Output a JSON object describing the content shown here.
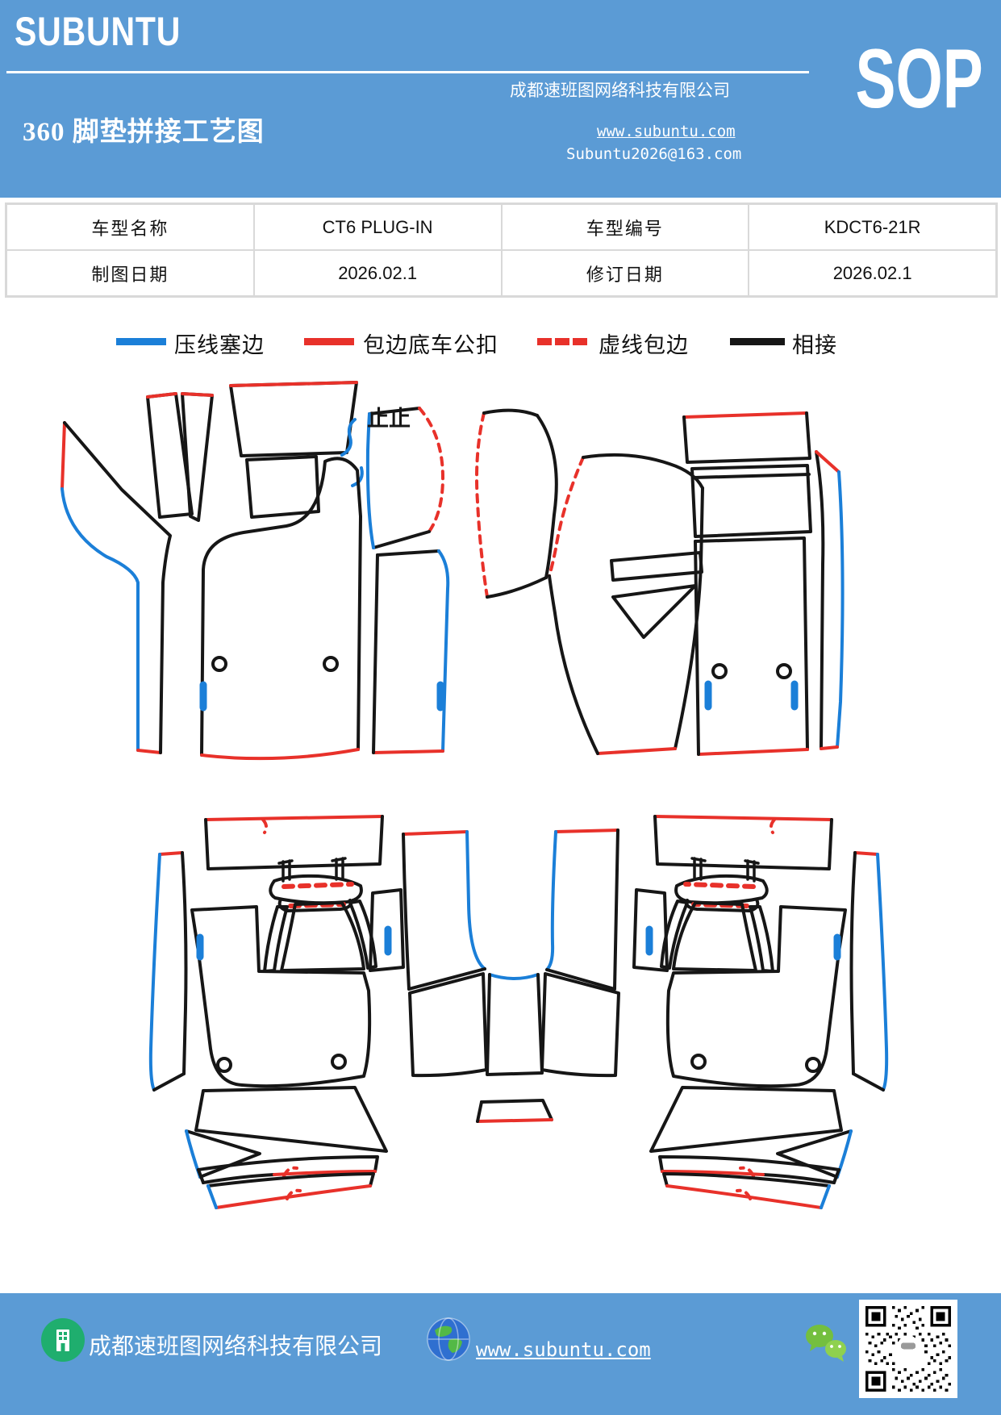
{
  "header": {
    "brand": "SUBUNTU",
    "company": "成都速班图网络科技有限公司",
    "doc_type": "SOP",
    "title": "360 脚垫拼接工艺图",
    "website": "www.subuntu.com",
    "email": "Subuntu2026@163.com",
    "bg_color": "#5b9bd5"
  },
  "info_table": {
    "rows": [
      [
        "车型名称",
        "CT6 PLUG-IN",
        "车型编号",
        "KDCT6-21R"
      ],
      [
        "制图日期",
        "2026.02.1",
        "修订日期",
        "2026.02.1"
      ]
    ]
  },
  "legend": {
    "items": [
      {
        "label": "压线塞边",
        "color": "#1b7fd8",
        "style": "solid"
      },
      {
        "label": "包边底车公扣",
        "color": "#e8312a",
        "style": "solid"
      },
      {
        "label": "虚线包边",
        "color": "#e8312a",
        "style": "dashed"
      },
      {
        "label": "相接",
        "color": "#161616",
        "style": "solid"
      }
    ]
  },
  "diagram": {
    "annotation": "止止",
    "edge_colors": {
      "press_edge_blue": "#1b7fd8",
      "binding_red": "#e8312a",
      "dashed_binding_red": "#e8312a",
      "joint_black": "#161616"
    }
  },
  "footer": {
    "company": "成都速班图网络科技有限公司",
    "website": "www.subuntu.com",
    "bg_color": "#5b9bd5",
    "icons": [
      "building-icon",
      "globe-icon",
      "wechat-icon",
      "qr-code"
    ]
  }
}
